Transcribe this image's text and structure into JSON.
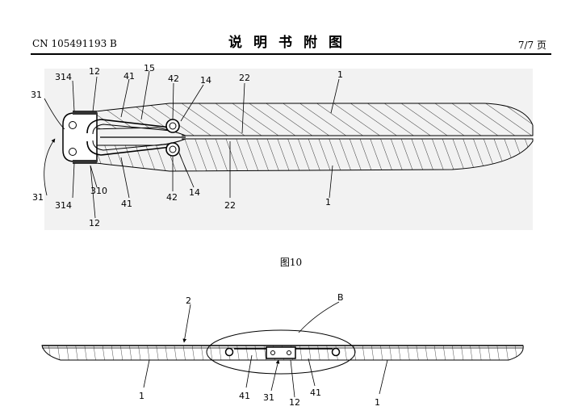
{
  "header": {
    "publication_number": "CN 105491193 B",
    "title": "说明书附图",
    "page": "7/7 页"
  },
  "figure10": {
    "caption": "图10",
    "labels": [
      "31",
      "314",
      "12",
      "41",
      "15",
      "42",
      "14",
      "22",
      "1",
      "31",
      "314",
      "310",
      "41",
      "42",
      "14",
      "22",
      "1",
      "12"
    ]
  },
  "figure11": {
    "labels": [
      "2",
      "B",
      "1",
      "41",
      "31",
      "12",
      "41",
      "1"
    ]
  }
}
